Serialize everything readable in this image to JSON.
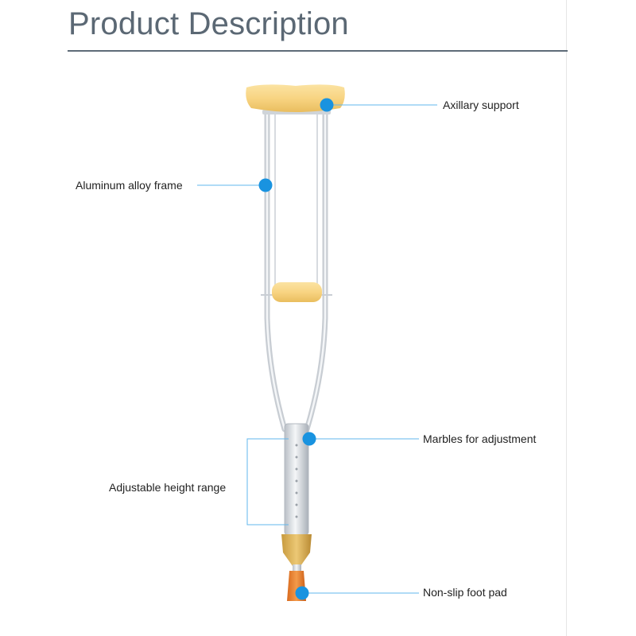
{
  "header": {
    "title": "Product Description"
  },
  "labels": {
    "axillary": "Axillary support",
    "frame": "Aluminum alloy frame",
    "marbles": "Marbles for adjustment",
    "height": "Adjustable height range",
    "foot": "Non-slip foot pad"
  },
  "colors": {
    "accent": "#1993e0",
    "leader": "#62b7ec",
    "pad": "#f8d482",
    "title": "#5b6874"
  },
  "product": "crutch-illustration"
}
